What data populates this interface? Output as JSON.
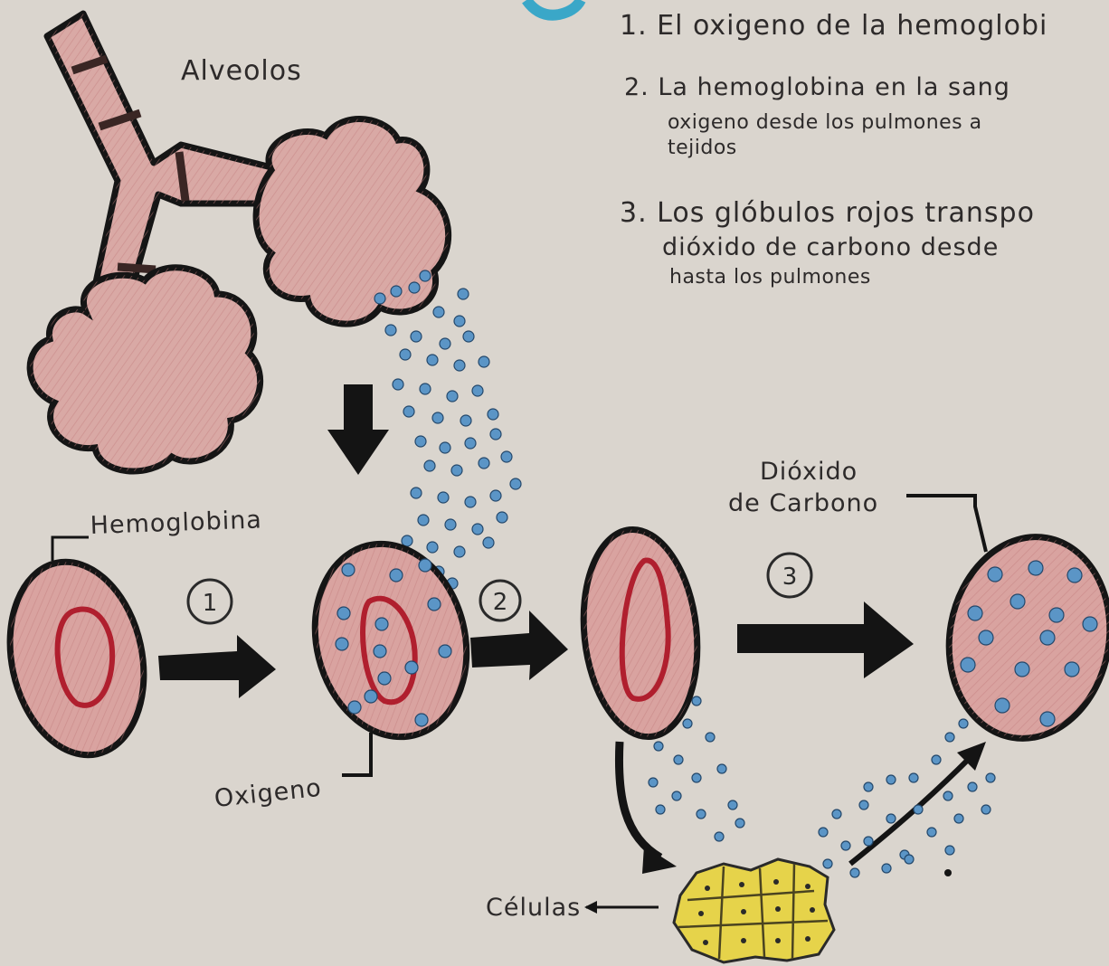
{
  "notes": [
    {
      "number": "1.",
      "lines": [
        "El oxigeno de la hemoglobi"
      ]
    },
    {
      "number": "2.",
      "lines": [
        "La hemoglobina en la sang",
        "oxigeno desde los pulmones a",
        "tejidos"
      ]
    },
    {
      "number": "3.",
      "lines": [
        "Los glóbulos rojos transpo",
        "dióxido de carbono desde",
        "hasta los pulmones"
      ]
    }
  ],
  "labels": {
    "alveolos": "Alveolos",
    "hemoglobina": "Hemoglobina",
    "oxigeno": "Oxigeno",
    "dioxido_line1": "Dióxido",
    "dioxido_line2": "de Carbono",
    "celulas": "Células"
  },
  "steps": [
    "1",
    "2",
    "3"
  ],
  "colors": {
    "paper": "#dcd8d0",
    "alveoli_fill": "#d9a9a5",
    "cell_fill": "#d9a3a0",
    "hemoglobin_ring": "#b01f2e",
    "oxygen_dot": "#5b95c6",
    "body_cells": "#e6d34a",
    "ink": "#1b1b1b"
  }
}
